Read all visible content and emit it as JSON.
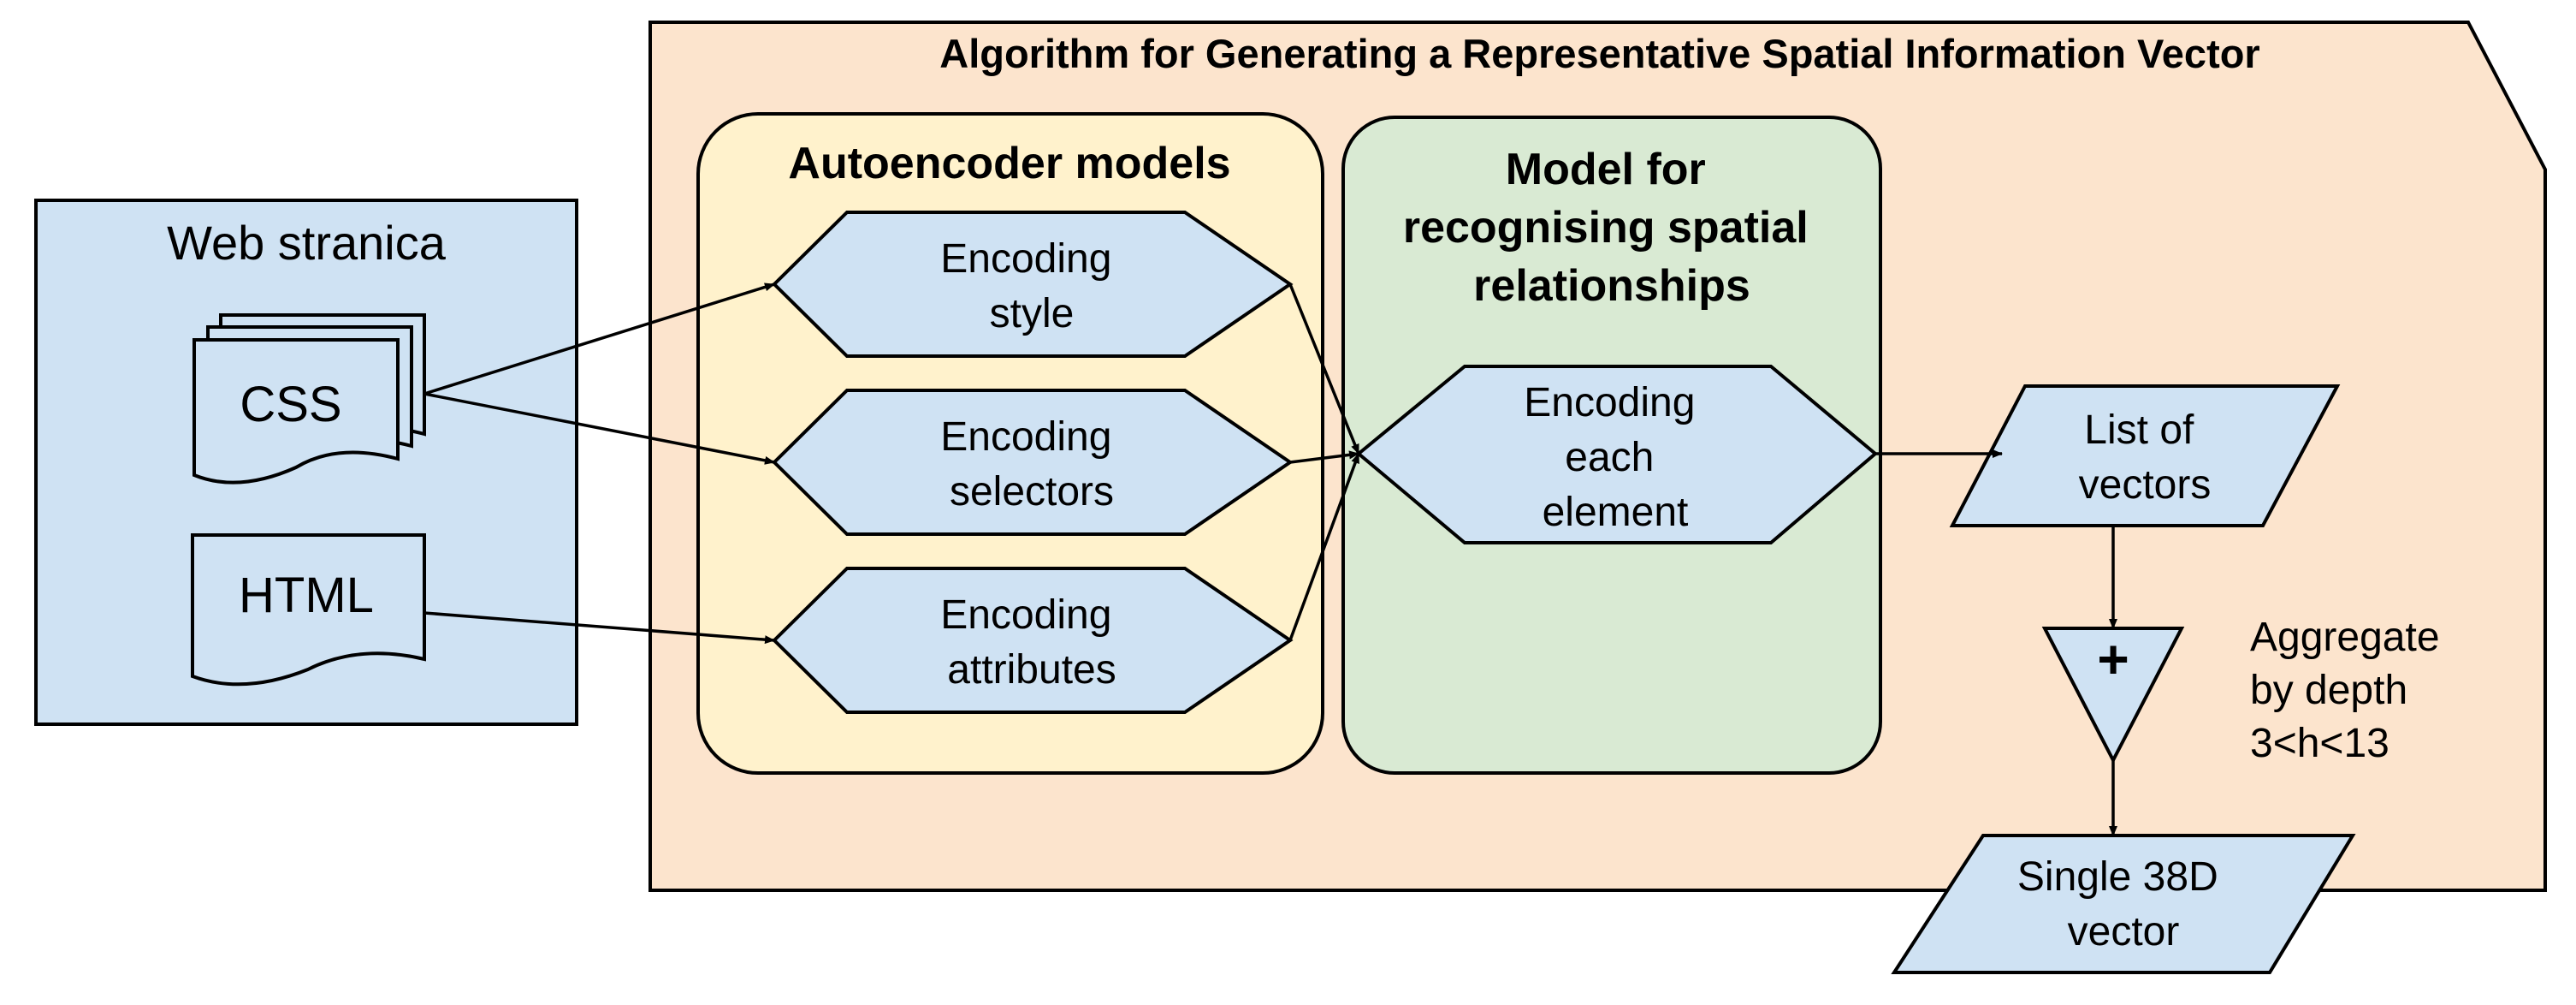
{
  "colors": {
    "algorithm_bg": "#FCE4CD",
    "autoencoder_bg": "#FFF2CC",
    "spatial_bg": "#D9EAD3",
    "node_fill": "#CFE2F3",
    "webpage_bg": "#CFE2F3",
    "stroke": "#000000"
  },
  "algorithm": {
    "title": "Algorithm for Generating a Representative Spatial Information Vector"
  },
  "webpage": {
    "title": "Web stranica",
    "css_label": "CSS",
    "html_label": "HTML"
  },
  "autoencoder": {
    "title": "Autoencoder models",
    "style": [
      "Encoding",
      "style"
    ],
    "selectors": [
      "Encoding",
      "selectors"
    ],
    "attributes": [
      "Encoding",
      "attributes"
    ]
  },
  "spatial": {
    "title": [
      "Model for",
      "recognising spatial",
      "relationships"
    ],
    "each_element": [
      "Encoding",
      "each",
      "element"
    ]
  },
  "outputs": {
    "list": [
      "List of",
      "vectors"
    ],
    "aggregate_symbol": "+",
    "aggregate_label": [
      "Aggregate",
      "by depth",
      "3<h<13"
    ],
    "single": [
      "Single 38D",
      "vector"
    ]
  },
  "icons": [
    "document-stack-icon",
    "document-icon",
    "aggregate-triangle-icon"
  ]
}
